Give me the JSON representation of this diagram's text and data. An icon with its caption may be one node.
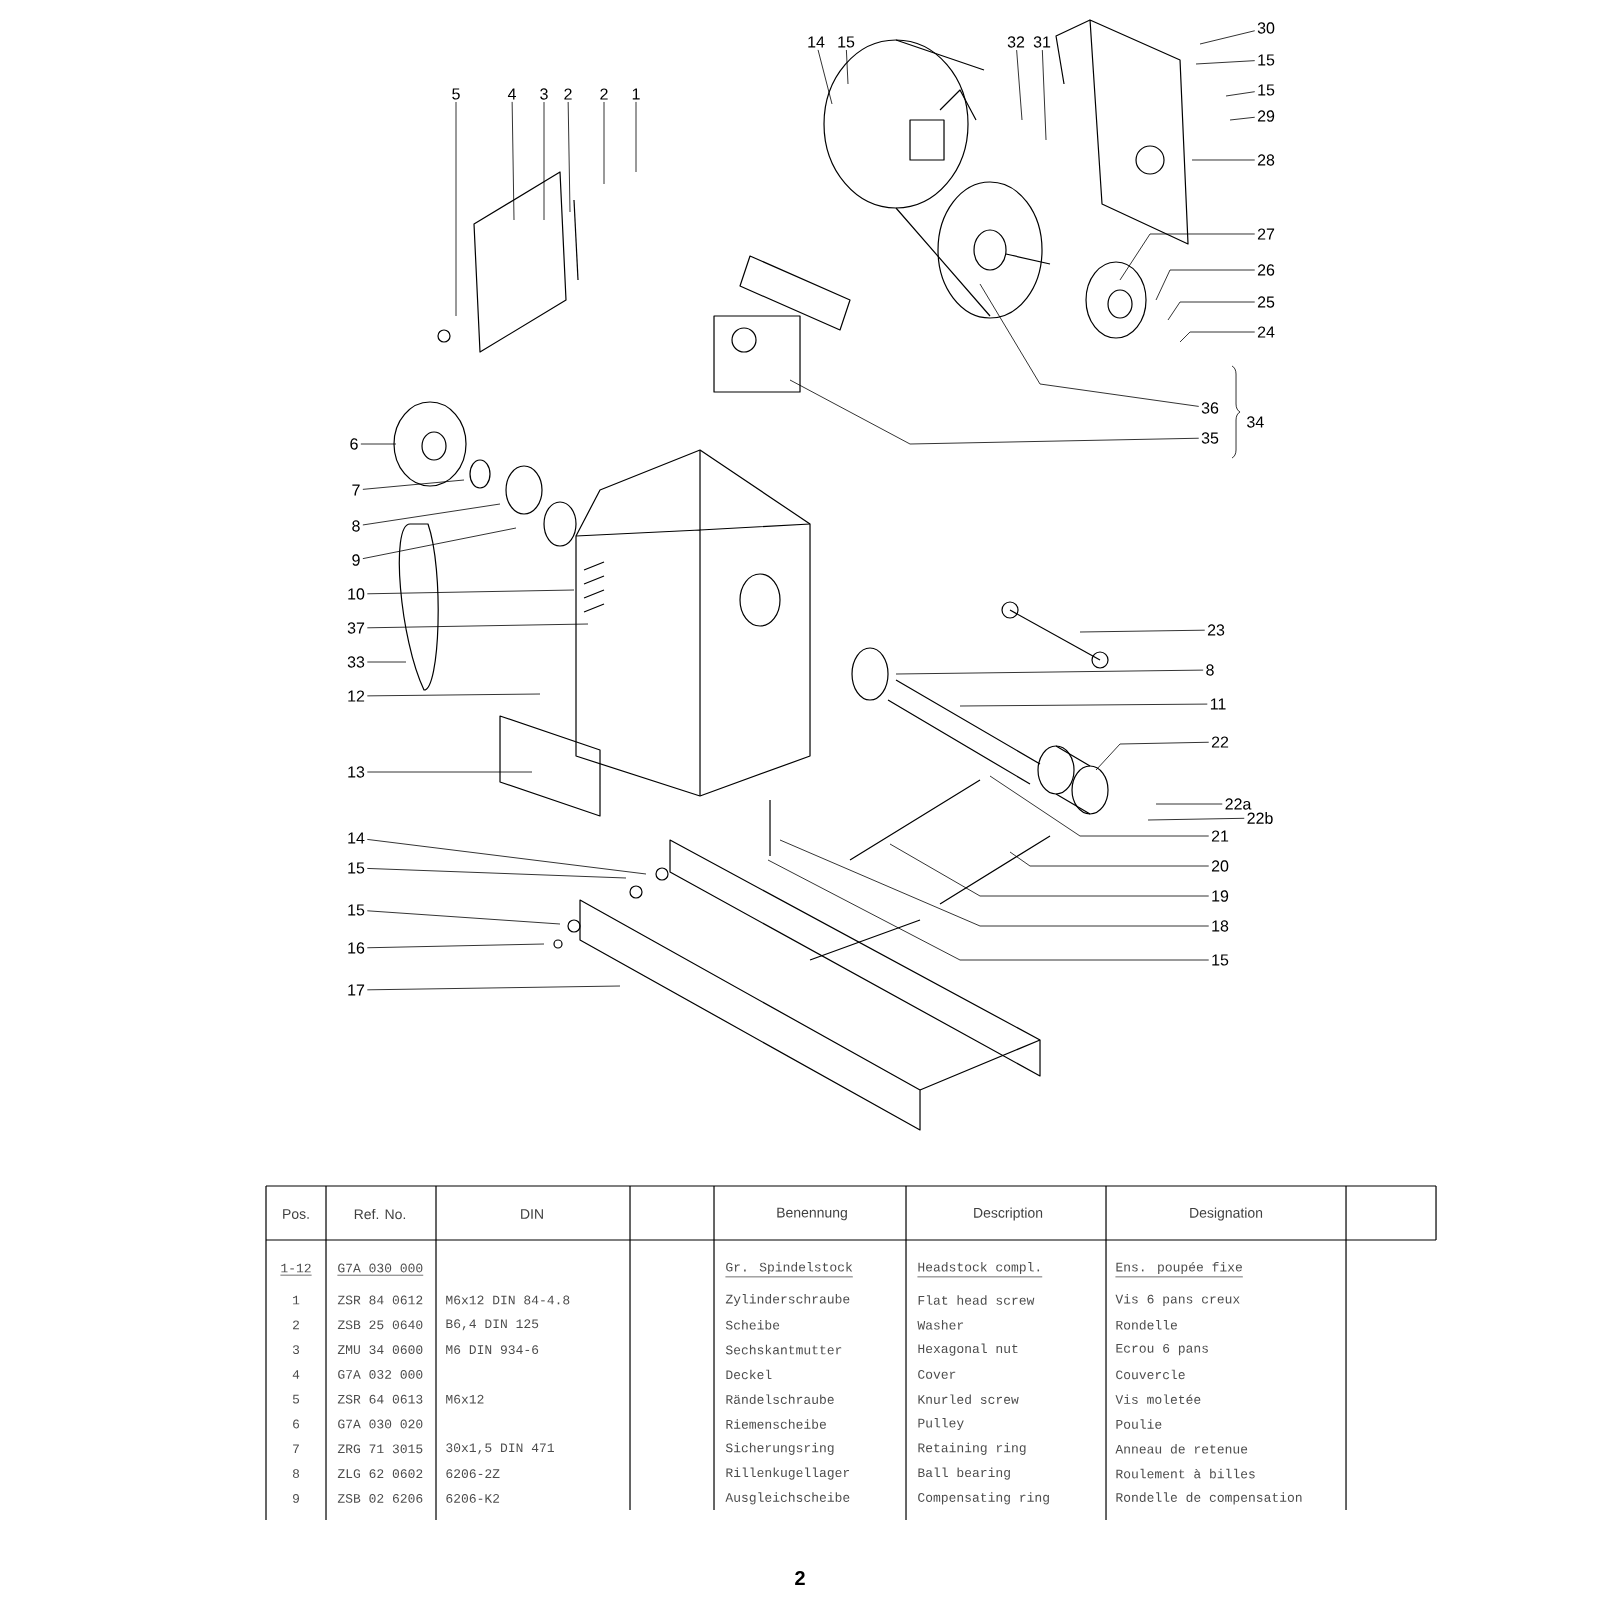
{
  "diagram": {
    "nodes": [
      {
        "text": [
          "5"
        ]
      },
      {
        "text": [
          "4"
        ]
      },
      {
        "text": [
          "3"
        ]
      },
      {
        "text": [
          "2"
        ]
      },
      {
        "text": [
          "2"
        ]
      },
      {
        "text": [
          "1"
        ]
      },
      {
        "text": [
          "14"
        ]
      },
      {
        "text": [
          "15"
        ]
      },
      {
        "text": [
          "32"
        ]
      },
      {
        "text": [
          "31"
        ]
      },
      {
        "text": [
          "30"
        ]
      },
      {
        "text": [
          "15"
        ]
      },
      {
        "text": [
          "15"
        ]
      },
      {
        "text": [
          "29"
        ]
      },
      {
        "text": [
          "28"
        ]
      },
      {
        "text": [
          "27"
        ]
      },
      {
        "text": [
          "26"
        ]
      },
      {
        "text": [
          "25"
        ]
      },
      {
        "text": [
          "24"
        ]
      },
      {
        "text": [
          "36"
        ]
      },
      {
        "text": [
          "35"
        ]
      },
      {
        "text": [
          "6"
        ]
      },
      {
        "text": [
          "7"
        ]
      },
      {
        "text": [
          "8"
        ]
      },
      {
        "text": [
          "9"
        ]
      },
      {
        "text": [
          "10"
        ]
      },
      {
        "text": [
          "37"
        ]
      },
      {
        "text": [
          "33"
        ]
      },
      {
        "text": [
          "12"
        ]
      },
      {
        "text": [
          "13"
        ]
      },
      {
        "text": [
          "14"
        ]
      },
      {
        "text": [
          "15"
        ]
      },
      {
        "text": [
          "15"
        ]
      },
      {
        "text": [
          "16"
        ]
      },
      {
        "text": [
          "17"
        ]
      },
      {
        "text": [
          "23"
        ]
      },
      {
        "text": [
          "8"
        ]
      },
      {
        "text": [
          "11"
        ]
      },
      {
        "text": [
          "22"
        ]
      },
      {
        "text": [
          "22a"
        ]
      },
      {
        "text": [
          "22b"
        ]
      },
      {
        "text": [
          "21"
        ]
      },
      {
        "text": [
          "20"
        ]
      },
      {
        "text": [
          "19"
        ]
      },
      {
        "text": [
          "18"
        ]
      },
      {
        "text": [
          "15"
        ]
      }
    ],
    "edges": [
      {
        "from": 0,
        "to": null,
        "arrow": "none"
      },
      {
        "from": 1,
        "to": null,
        "arrow": "none"
      },
      {
        "from": 2,
        "to": null,
        "arrow": "none"
      },
      {
        "from": 3,
        "to": null,
        "arrow": "none"
      },
      {
        "from": 4,
        "to": null,
        "arrow": "none"
      },
      {
        "from": 5,
        "to": null,
        "arrow": "none"
      },
      {
        "from": 6,
        "to": null,
        "arrow": "none"
      },
      {
        "from": 7,
        "to": null,
        "arrow": "none"
      },
      {
        "from": 8,
        "to": null,
        "arrow": "none"
      },
      {
        "from": 9,
        "to": null,
        "arrow": "none"
      },
      {
        "from": 10,
        "to": null,
        "arrow": "none"
      },
      {
        "from": 11,
        "to": null,
        "arrow": "none"
      },
      {
        "from": 12,
        "to": null,
        "arrow": "none"
      },
      {
        "from": 13,
        "to": null,
        "arrow": "none"
      },
      {
        "from": 14,
        "to": null,
        "arrow": "none"
      },
      {
        "from": 15,
        "to": null,
        "arrow": "none"
      },
      {
        "from": 16,
        "to": null,
        "arrow": "none"
      },
      {
        "from": 17,
        "to": null,
        "arrow": "none"
      },
      {
        "from": 18,
        "to": null,
        "arrow": "none"
      },
      {
        "from": 19,
        "to": null,
        "arrow": "none"
      },
      {
        "from": 20,
        "to": null,
        "arrow": "none"
      },
      {
        "from": 21,
        "to": null,
        "arrow": "none"
      },
      {
        "from": 22,
        "to": null,
        "arrow": "none"
      },
      {
        "from": 23,
        "to": null,
        "arrow": "none"
      },
      {
        "from": 24,
        "to": null,
        "arrow": "none"
      },
      {
        "from": 25,
        "to": null,
        "arrow": "none"
      },
      {
        "from": 26,
        "to": null,
        "arrow": "none"
      },
      {
        "from": 27,
        "to": null,
        "arrow": "none"
      },
      {
        "from": 28,
        "to": null,
        "arrow": "none"
      },
      {
        "from": 29,
        "to": null,
        "arrow": "none"
      },
      {
        "from": 30,
        "to": null,
        "arrow": "none"
      },
      {
        "from": 31,
        "to": null,
        "arrow": "none"
      },
      {
        "from": 32,
        "to": null,
        "arrow": "none"
      },
      {
        "from": 33,
        "to": null,
        "arrow": "none"
      },
      {
        "from": 34,
        "to": null,
        "arrow": "none"
      },
      {
        "from": 35,
        "to": null,
        "arrow": "none"
      },
      {
        "from": 36,
        "to": null,
        "arrow": "none"
      },
      {
        "from": 37,
        "to": null,
        "arrow": "none"
      },
      {
        "from": 38,
        "to": null,
        "arrow": "none"
      },
      {
        "from": 39,
        "to": null,
        "arrow": "none"
      },
      {
        "from": 40,
        "to": null,
        "arrow": "none"
      },
      {
        "from": 41,
        "to": null,
        "arrow": "none"
      },
      {
        "from": 42,
        "to": null,
        "arrow": "none"
      },
      {
        "from": 43,
        "to": null,
        "arrow": "none"
      },
      {
        "from": 44,
        "to": null,
        "arrow": "none"
      },
      {
        "from": 45,
        "to": null,
        "arrow": "none"
      }
    ],
    "labels": [
      "34",
      "Pos.",
      "Ref. No.",
      "DIN",
      "Benennung",
      "Description",
      "Designation",
      "1-12",
      "G7A 030 000",
      "Gr. Spindelstock",
      "Headstock compl.",
      "Ens. poupée fixe",
      "1",
      "ZSR 84 0612",
      "M6x12 DIN 84-4.8",
      "Zylinderschraube",
      "Flat head screw",
      "Vis 6 pans creux",
      "2",
      "ZSB 25 0640",
      "B6,4 DIN 125",
      "Scheibe",
      "Washer",
      "Rondelle",
      "3",
      "ZMU 34 0600",
      "M6 DIN 934-6",
      "Sechskantmutter",
      "Hexagonal nut",
      "Ecrou 6 pans",
      "4",
      "G7A 032 000",
      "Deckel",
      "Cover",
      "Couvercle",
      "5",
      "ZSR 64 0613",
      "M6x12",
      "Rändelschraube",
      "Knurled screw",
      "Vis moletée",
      "6",
      "G7A 030 020",
      "Riemenscheibe",
      "Pulley",
      "Poulie",
      "7",
      "ZRG 71 3015",
      "30x1,5 DIN 471",
      "Sicherungsring",
      "Retaining ring",
      "Anneau de retenue",
      "8",
      "ZLG 62 0602",
      "6206-2Z",
      "Rillenkugellager",
      "Ball bearing",
      "Roulement à billes",
      "9",
      "ZSB 02 6206",
      "6206-K2",
      "Ausgleichscheibe",
      "Compensating ring",
      "Rondelle de compensation",
      "2"
    ]
  }
}
